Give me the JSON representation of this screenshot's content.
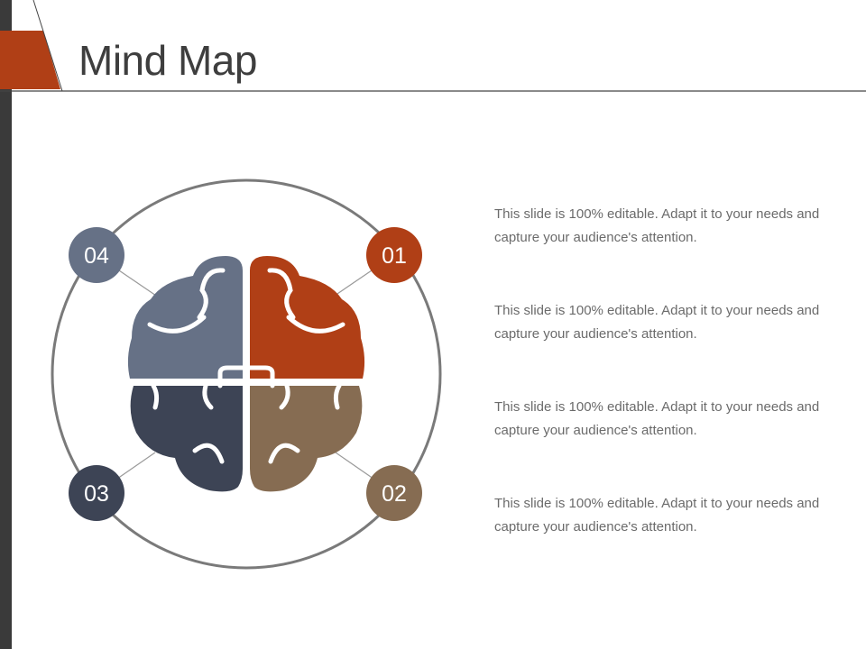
{
  "slide": {
    "title": "Mind Map"
  },
  "colors": {
    "accent": "#b03f16",
    "q1": "#b03f16",
    "q2": "#866c52",
    "q3": "#3d4455",
    "q4": "#667186",
    "ring": "#7a7a7a",
    "sidebar": "#3a3a3a"
  },
  "badges": [
    {
      "id": "01",
      "label": "01"
    },
    {
      "id": "02",
      "label": "02"
    },
    {
      "id": "03",
      "label": "03"
    },
    {
      "id": "04",
      "label": "04"
    }
  ],
  "items": [
    {
      "text": "This slide is 100% editable. Adapt it to your needs and capture your audience's attention."
    },
    {
      "text": "This slide is 100% editable. Adapt it to your needs and capture your audience's attention."
    },
    {
      "text": "This slide is 100% editable. Adapt it to your needs and capture your audience's attention."
    },
    {
      "text": "This slide is 100% editable. Adapt it to your needs and capture your audience's attention."
    }
  ]
}
